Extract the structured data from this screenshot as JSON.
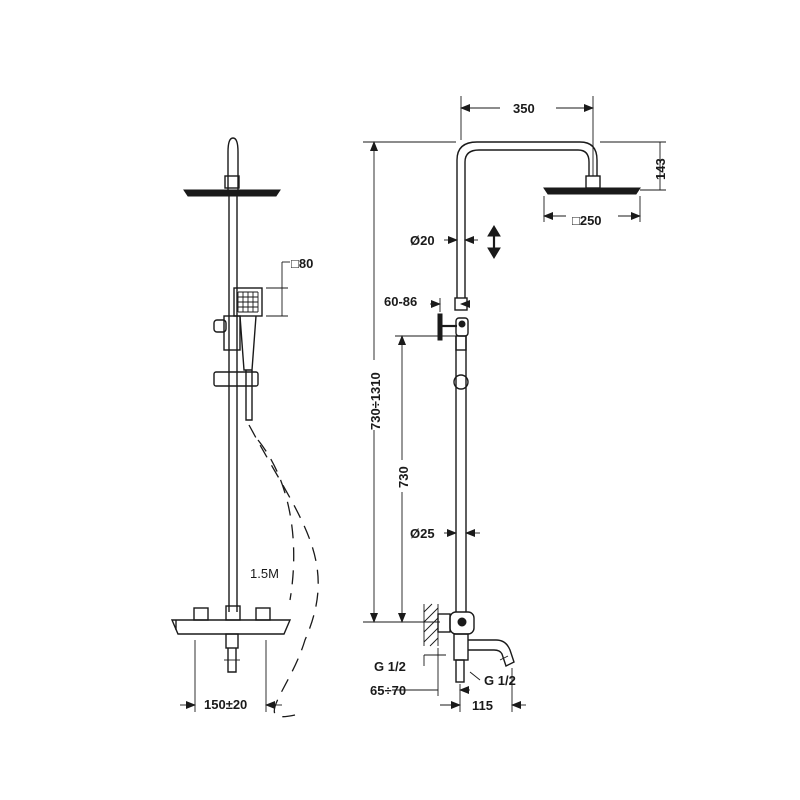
{
  "dimensions": {
    "top_width": "350",
    "head_height": "143",
    "head_square": "□250",
    "upper_pipe_dia": "Ø20",
    "bracket_range": "60-86",
    "total_height": "730÷1310",
    "lower_height": "730",
    "lower_pipe_dia": "Ø25",
    "inlet_thread": "G 1/2",
    "wall_offset": "65÷70",
    "spout_thread": "G 1/2",
    "spout_reach": "115",
    "hand_shower_square": "□80",
    "hose_length": "1.5M",
    "inlet_spacing": "150±20"
  }
}
